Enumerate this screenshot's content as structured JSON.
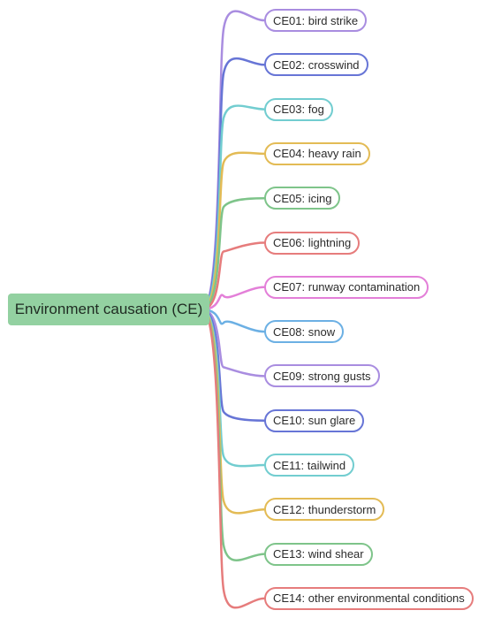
{
  "root": {
    "label": "Environment causation (CE)",
    "color": "#93d1a1"
  },
  "children": [
    {
      "label": "CE01: bird strike",
      "color": "#a98de0"
    },
    {
      "label": "CE02: crosswind",
      "color": "#6775d6"
    },
    {
      "label": "CE03: fog",
      "color": "#72cdd0"
    },
    {
      "label": "CE04: heavy rain",
      "color": "#e3bb55"
    },
    {
      "label": "CE05: icing",
      "color": "#7ec48a"
    },
    {
      "label": "CE06: lightning",
      "color": "#e67c7c"
    },
    {
      "label": "CE07: runway contamination",
      "color": "#e37fd8"
    },
    {
      "label": "CE08: snow",
      "color": "#6cb0e4"
    },
    {
      "label": "CE09: strong gusts",
      "color": "#a98de0"
    },
    {
      "label": "CE10: sun glare",
      "color": "#6775d6"
    },
    {
      "label": "CE11: tailwind",
      "color": "#72cdd0"
    },
    {
      "label": "CE12: thunderstorm",
      "color": "#e3bb55"
    },
    {
      "label": "CE13: wind shear",
      "color": "#7ec48a"
    },
    {
      "label": "CE14: other environmental conditions",
      "color": "#e67c7c"
    }
  ]
}
